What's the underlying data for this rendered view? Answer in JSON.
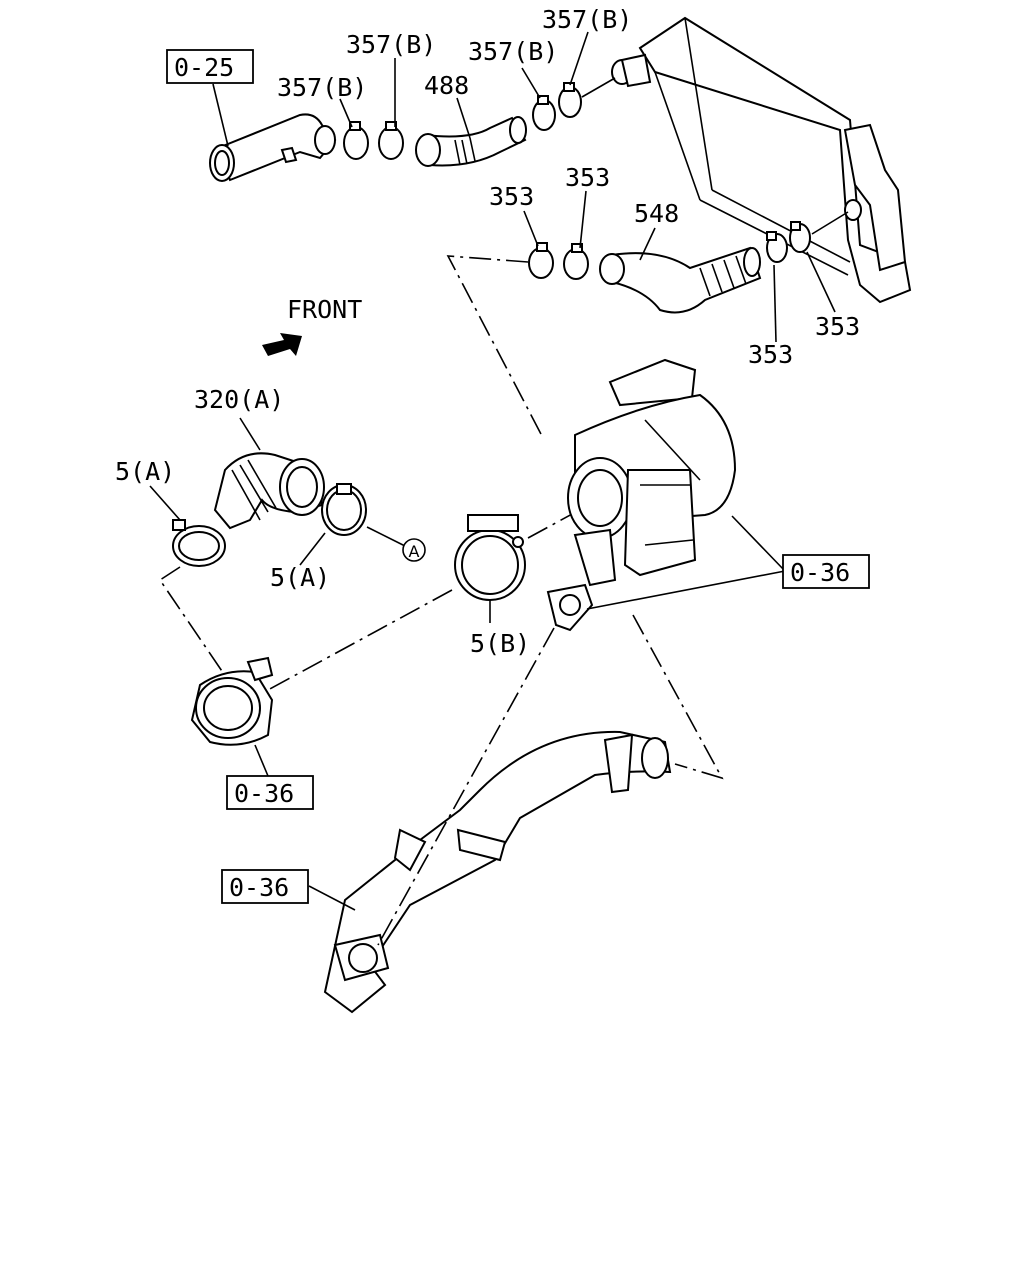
{
  "front_label": "FRONT",
  "circle_marker": "A",
  "ref_boxes": {
    "top_left": "0-25",
    "right": "0-36",
    "left": "0-36",
    "bottom": "0-36"
  },
  "callouts": {
    "clamp_357b_1": "357(B)",
    "clamp_357b_2": "357(B)",
    "clamp_357b_3": "357(B)",
    "clamp_357b_4": "357(B)",
    "hose_488": "488",
    "clamp_353_1": "353",
    "clamp_353_2": "353",
    "clamp_353_3": "353",
    "clamp_353_4": "353",
    "hose_548": "548",
    "hose_320a": "320(A)",
    "clamp_5a_1": "5(A)",
    "clamp_5a_2": "5(A)",
    "clamp_5b": "5(B)"
  },
  "icons": [
    "front-arrow-icon"
  ]
}
